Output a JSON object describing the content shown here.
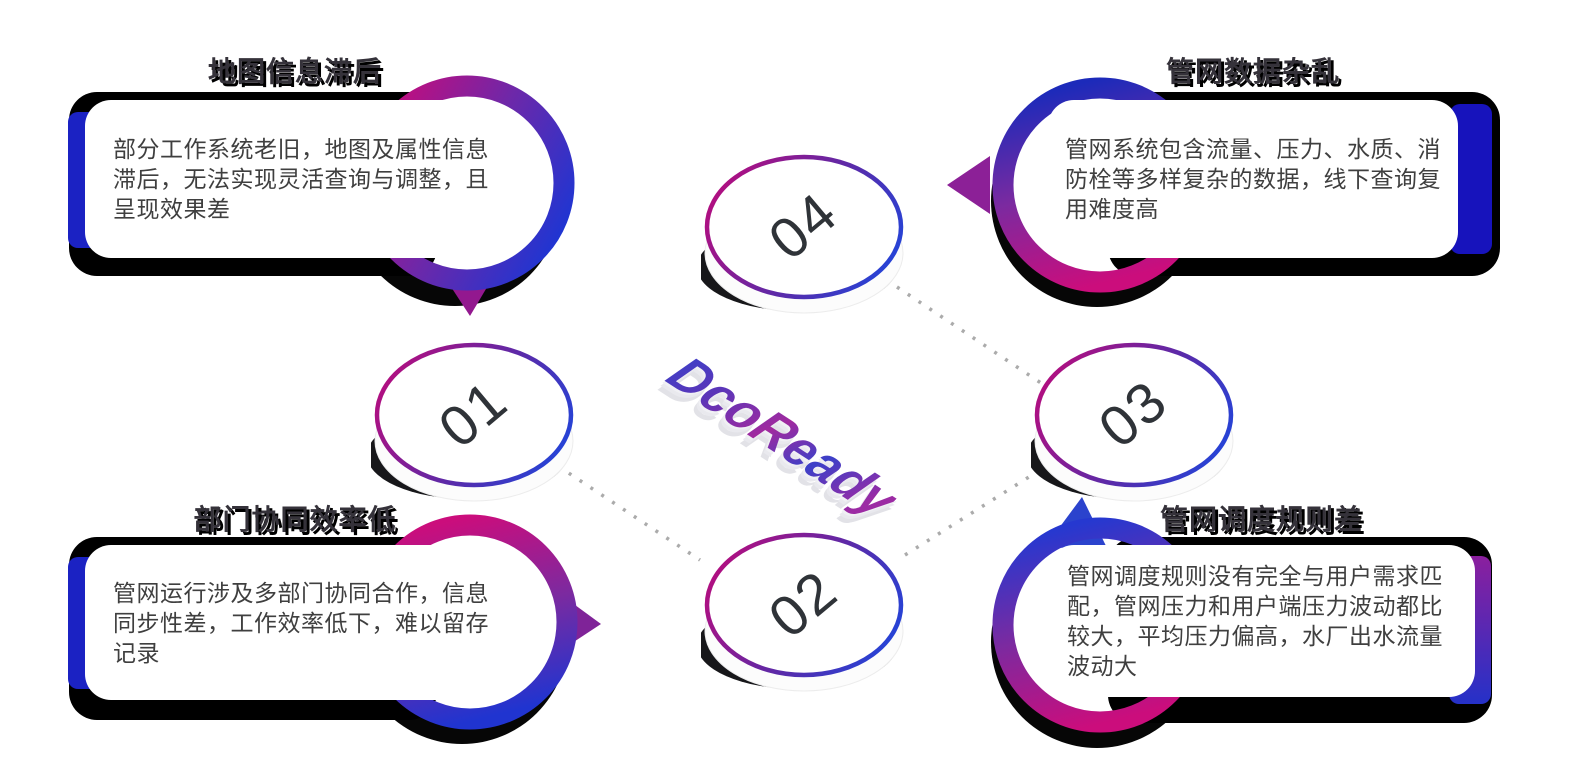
{
  "logo": {
    "text": "DcoReady"
  },
  "discs": [
    {
      "number": "01"
    },
    {
      "number": "02"
    },
    {
      "number": "03"
    },
    {
      "number": "04"
    }
  ],
  "callouts": [
    {
      "position": "top-left",
      "title": "地图信息滞后",
      "body": "部分工作系统老旧，地图及属性信息\n滞后，无法实现灵活查询与调整，且\n呈现效果差"
    },
    {
      "position": "top-right",
      "title": "管网数据杂乱",
      "body": "管网系统包含流量、压力、水质、消\n防栓等多样复杂的数据，线下查询复\n用难度高"
    },
    {
      "position": "bottom-left",
      "title": "部门协同效率低",
      "body": "管网运行涉及多部门协同合作，信息\n同步性差，工作效率低下，难以留存\n记录"
    },
    {
      "position": "bottom-right",
      "title": "管网调度规则差",
      "body": "管网调度规则没有完全与用户需求匹\n配，管网压力和用户端压力波动都比\n较大，平均压力偏高，水厂出水流量\n波动大"
    }
  ],
  "colors": {
    "magenta": "#C50C7C",
    "purple": "#7B2AA0",
    "blue": "#2038D0",
    "accent_bar_blue": "#1B22C3",
    "shadow_black": "#000000",
    "dotted_line_gray": "#ABABAB",
    "body_text": "#3F3F3F",
    "title_text": "#35323A"
  }
}
